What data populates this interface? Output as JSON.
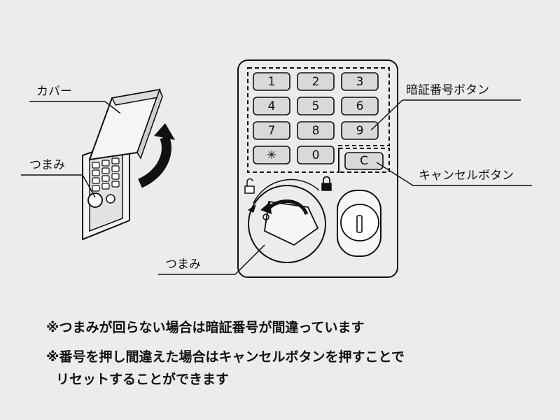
{
  "labels": {
    "cover": "カバー",
    "knob_left": "つまみ",
    "pin_buttons": "暗証番号ボタン",
    "cancel_button": "キャンセルボタン",
    "knob_right": "つまみ"
  },
  "keypad": {
    "keys": [
      "1",
      "2",
      "3",
      "4",
      "5",
      "6",
      "7",
      "8",
      "9",
      "✳",
      "0"
    ],
    "cancel_key": "C"
  },
  "notes": [
    "※つまみが回らない場合は暗証番号が間違っています",
    "※番号を押し間違えた場合はキャンセルボタンを押すことで",
    "リセットすることができます"
  ],
  "icons": {
    "unlocked": "unlocked-padlock-icon",
    "locked": "locked-padlock-icon",
    "rotate": "curved-arrow-icon"
  },
  "colors": {
    "background": "#ececec",
    "line": "#111111",
    "key_fill": "#d9d9d9"
  }
}
